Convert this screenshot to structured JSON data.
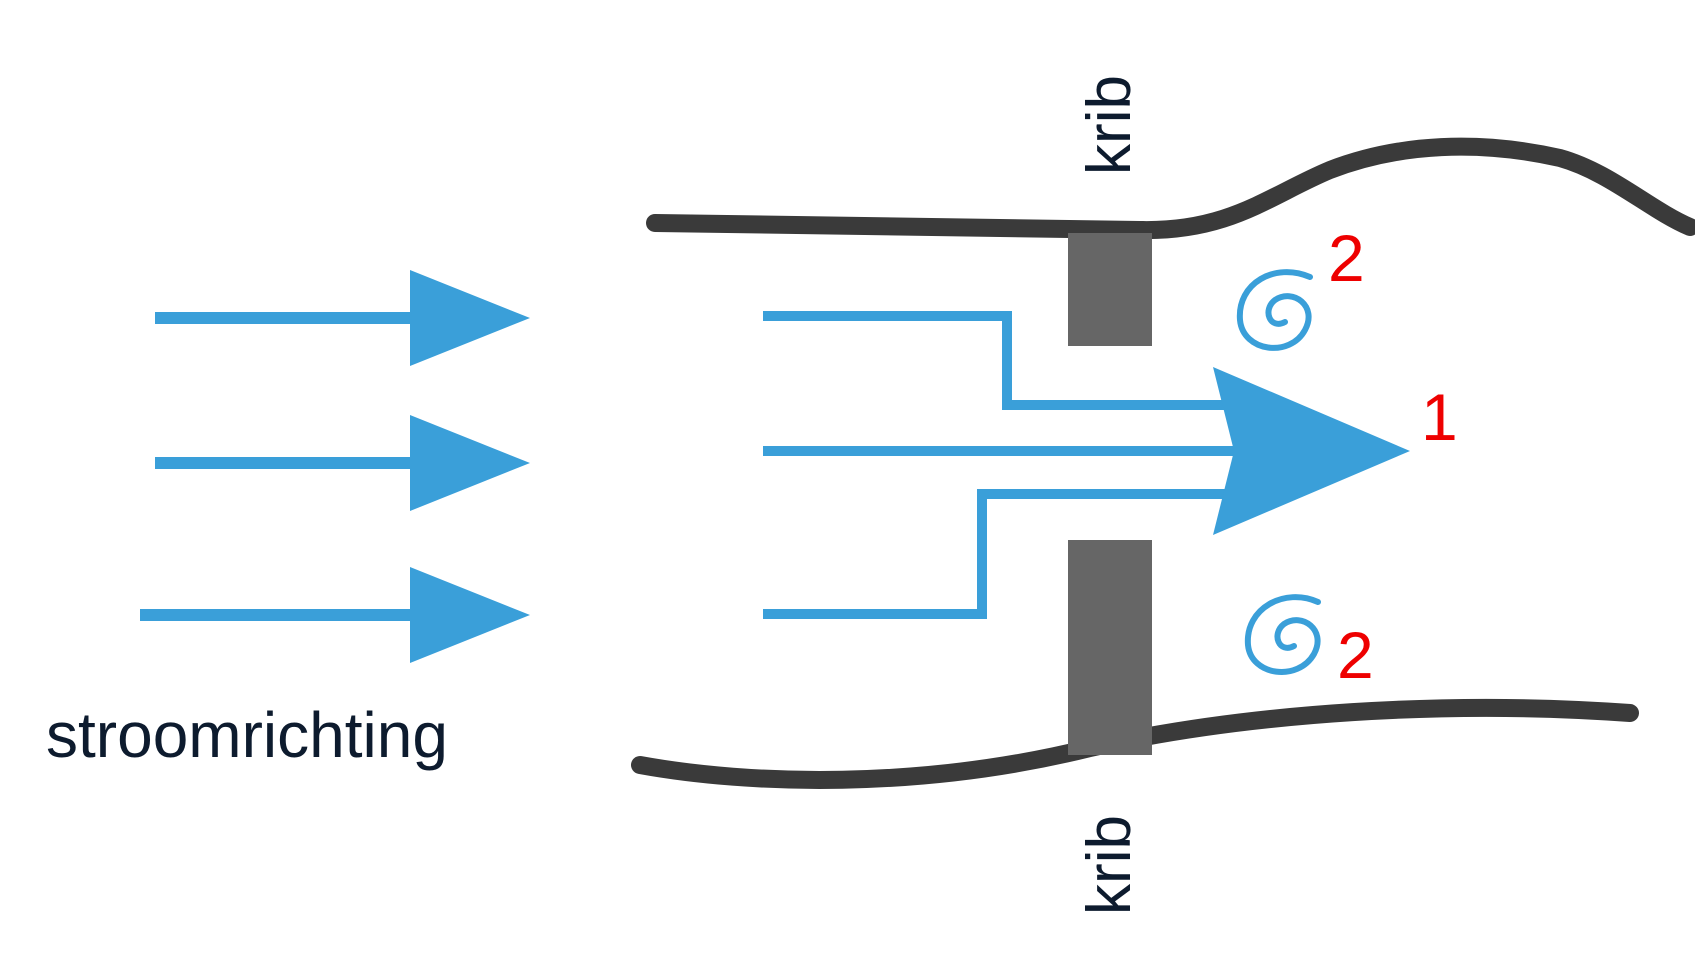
{
  "labels": {
    "flow_direction": "stroomrichting",
    "groyne_top": "krib",
    "groyne_bottom": "krib",
    "marker_main_flow": "1",
    "marker_eddy_top": "2",
    "marker_eddy_bottom": "2"
  },
  "colors": {
    "flow": "#3a9fd9",
    "bank": "#3a3a3a",
    "groyne": "#666666",
    "text": "#0d1b2e",
    "marker": "#ee0000"
  },
  "icons": {
    "incoming_arrow": "arrow-right-icon",
    "eddy": "spiral-icon"
  }
}
